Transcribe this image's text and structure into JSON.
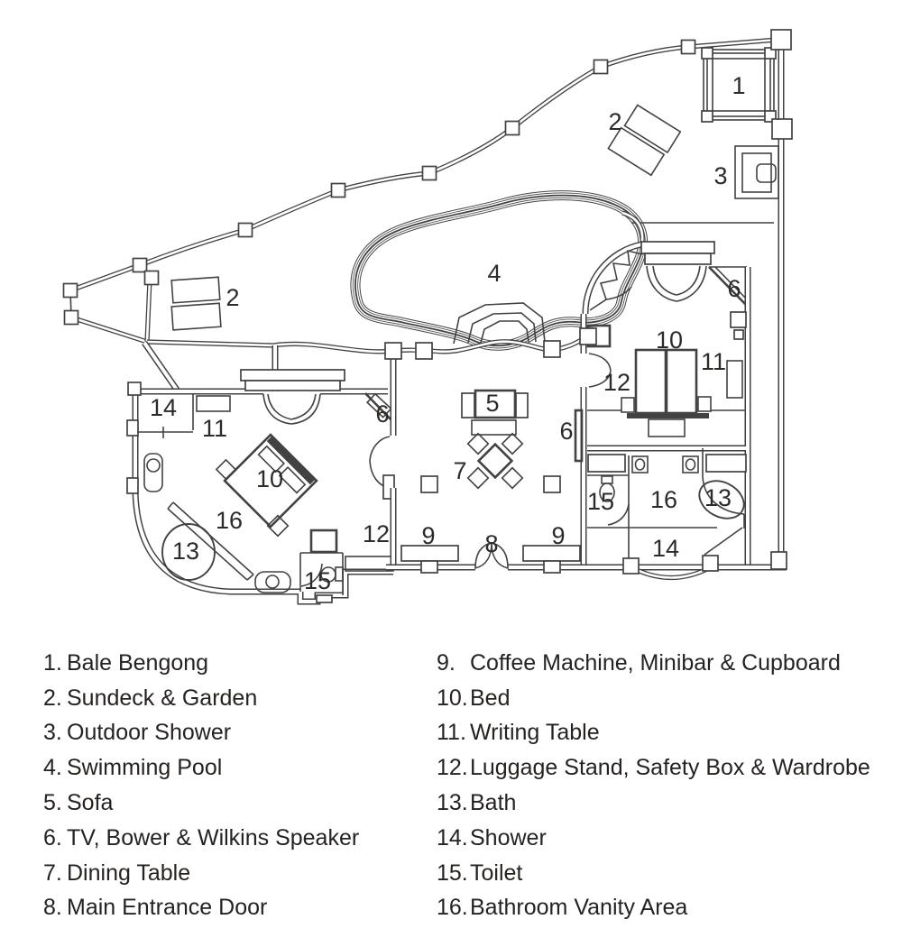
{
  "colors": {
    "line": "#424242",
    "text": "#262220",
    "background": "#ffffff"
  },
  "plan": {
    "labels": [
      {
        "n": "1",
        "room": "Bale Bengong"
      },
      {
        "n": "2",
        "room": "Sundeck & Garden"
      },
      {
        "n": "3",
        "room": "Outdoor Shower"
      },
      {
        "n": "4",
        "room": "Swimming Pool"
      },
      {
        "n": "2",
        "room": "Sundeck & Garden"
      },
      {
        "n": "14",
        "room": "Shower"
      },
      {
        "n": "11",
        "room": "Writing Table"
      },
      {
        "n": "6",
        "room": "TV, Bower & Wilkins Speaker"
      },
      {
        "n": "10",
        "room": "Bed"
      },
      {
        "n": "16",
        "room": "Bathroom Vanity Area"
      },
      {
        "n": "13",
        "room": "Bath"
      },
      {
        "n": "15",
        "room": "Toilet"
      },
      {
        "n": "12",
        "room": "Luggage Stand, Safety Box & Wardrobe"
      },
      {
        "n": "5",
        "room": "Sofa"
      },
      {
        "n": "7",
        "room": "Dining Table"
      },
      {
        "n": "6",
        "room": "TV, Bower & Wilkins Speaker"
      },
      {
        "n": "9",
        "room": "Coffee Machine, Minibar & Cupboard"
      },
      {
        "n": "8",
        "room": "Main Entrance Door"
      },
      {
        "n": "9",
        "room": "Coffee Machine, Minibar & Cupboard"
      },
      {
        "n": "12",
        "room": "Luggage Stand, Safety Box & Wardrobe"
      },
      {
        "n": "10",
        "room": "Bed"
      },
      {
        "n": "11",
        "room": "Writing Table"
      },
      {
        "n": "6",
        "room": "TV, Bower & Wilkins Speaker"
      },
      {
        "n": "15",
        "room": "Toilet"
      },
      {
        "n": "16",
        "room": "Bathroom Vanity Area"
      },
      {
        "n": "13",
        "room": "Bath"
      },
      {
        "n": "14",
        "room": "Shower"
      }
    ]
  },
  "legend": {
    "items": [
      {
        "num": "1.",
        "label": "Bale Bengong"
      },
      {
        "num": "2.",
        "label": "Sundeck & Garden"
      },
      {
        "num": "3.",
        "label": "Outdoor Shower"
      },
      {
        "num": "4.",
        "label": "Swimming Pool"
      },
      {
        "num": "5.",
        "label": "Sofa"
      },
      {
        "num": "6.",
        "label": "TV, Bower & Wilkins Speaker"
      },
      {
        "num": "7.",
        "label": "Dining Table"
      },
      {
        "num": "8.",
        "label": "Main Entrance Door"
      },
      {
        "num": "9.",
        "label": "Coffee Machine, Minibar & Cupboard"
      },
      {
        "num": "10.",
        "label": "Bed"
      },
      {
        "num": "11.",
        "label": "Writing Table"
      },
      {
        "num": "12.",
        "label": "Luggage Stand, Safety Box & Wardrobe"
      },
      {
        "num": "13.",
        "label": "Bath"
      },
      {
        "num": "14.",
        "label": "Shower"
      },
      {
        "num": "15.",
        "label": "Toilet"
      },
      {
        "num": "16.",
        "label": "Bathroom Vanity Area"
      }
    ]
  }
}
